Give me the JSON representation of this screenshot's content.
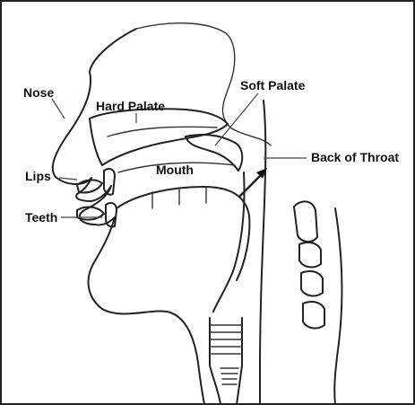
{
  "labels": {
    "nose": "Nose",
    "hard_palate": "Hard Palate",
    "soft_palate": "Soft Palate",
    "back_of_throat": "Back of Throat",
    "lips": "Lips",
    "mouth": "Mouth",
    "teeth": "Teeth"
  },
  "colors": {
    "ink": "#222222",
    "background": "#ffffff"
  }
}
